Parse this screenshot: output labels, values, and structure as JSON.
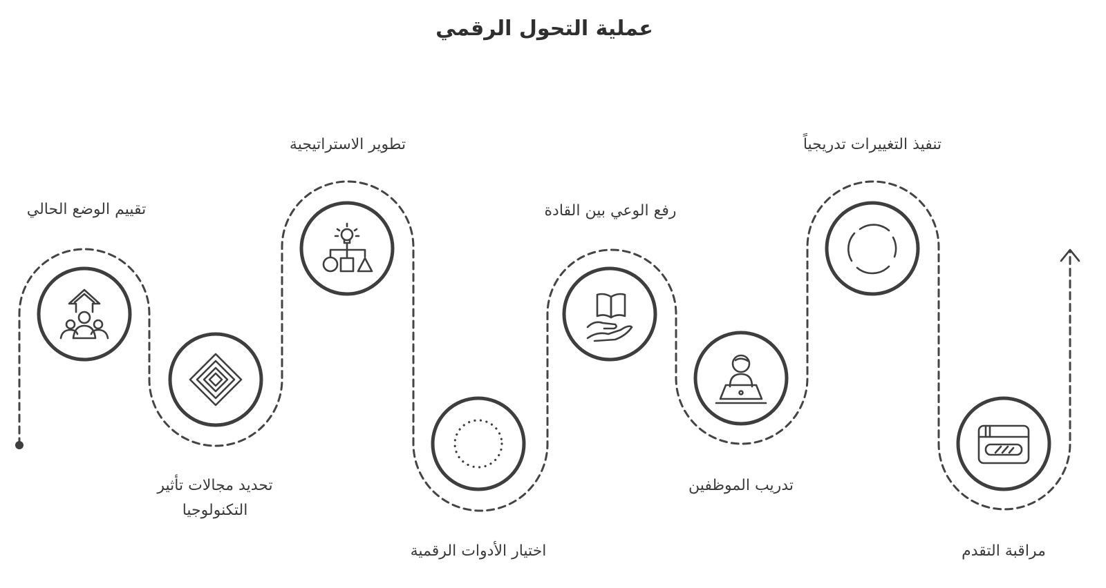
{
  "title": "عملية التحول الرقمي",
  "steps": [
    {
      "label": "تقييم الوضع الحالي",
      "icon": "team-growth-icon"
    },
    {
      "label": "تحديد مجالات تأثير التكنولوجيا",
      "icon": "layered-diamond-icon"
    },
    {
      "label": "تطوير الاستراتيجية",
      "icon": "strategy-shapes-icon"
    },
    {
      "label": "اختيار الأدوات الرقمية",
      "icon": "dotted-circle-icon"
    },
    {
      "label": "رفع الوعي بين القادة",
      "icon": "book-in-hand-icon"
    },
    {
      "label": "تدريب الموظفين",
      "icon": "person-laptop-icon"
    },
    {
      "label": "تنفيذ التغييرات تدريجياً",
      "icon": "dashed-circle-icon"
    },
    {
      "label": "مراقبة التقدم",
      "icon": "progress-window-icon"
    }
  ]
}
